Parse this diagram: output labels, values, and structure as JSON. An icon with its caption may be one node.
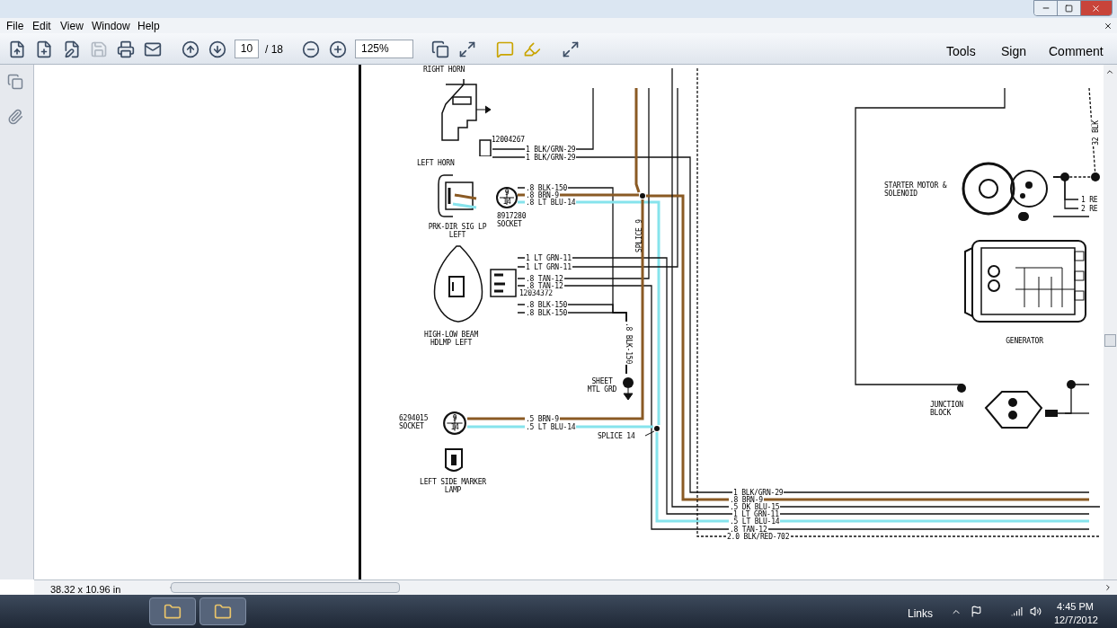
{
  "diagram": {
    "nodes": [
      {
        "text": [
          "LEFT HORN"
        ],
        "beside": [
          "12004267"
        ]
      },
      {
        "text": [
          "PRK-DIR SIG LP LEFT"
        ]
      },
      {
        "text": [
          "9",
          "14"
        ],
        "beside": [
          "8917280 SOCKET"
        ]
      },
      {
        "text": [
          "HIGH-LOW BEAM HDLMP LEFT"
        ],
        "beside": [
          "12034372"
        ]
      },
      {
        "text": [
          "SHEET MTL GRD"
        ]
      },
      {
        "text": [
          "9",
          "14"
        ],
        "beside": [
          "6294015 SOCKET"
        ]
      },
      {
        "text": [
          "LEFT SIDE MARKER LAMP"
        ]
      },
      {
        "text": [],
        "shape": "circle",
        "beside": [
          "SPLICE 9"
        ]
      },
      {
        "text": [],
        "shape": "circle",
        "beside": [
          "SPLICE 14"
        ]
      },
      {
        "text": [
          "STARTER MOTOR & SOLENOID"
        ]
      },
      {
        "text": [
          "GENERATOR"
        ]
      },
      {
        "text": [
          "JUNCTION BLOCK"
        ]
      }
    ],
    "edges": [
      {
        "from": 0,
        "to": null,
        "arrow": "none",
        "label": "1 BLK/GRN-29"
      },
      {
        "from": 0,
        "to": null,
        "arrow": "none",
        "label": "1 BLK/GRN-29"
      },
      {
        "from": 2,
        "to": 4,
        "arrow": "none",
        "label": ".8 BLK-150"
      },
      {
        "from": 2,
        "to": 7,
        "arrow": "none",
        "label": ".8 BRN-9",
        "color": "#8a5a24"
      },
      {
        "from": 2,
        "to": 8,
        "arrow": "none",
        "label": ".8 LT BLU-14",
        "color": "#86e3ec"
      },
      {
        "from": 3,
        "to": null,
        "arrow": "none",
        "label": "1 LT GRN-11"
      },
      {
        "from": 3,
        "to": null,
        "arrow": "none",
        "label": "1 LT GRN-11"
      },
      {
        "from": 3,
        "to": null,
        "arrow": "none",
        "label": ".8 TAN-12"
      },
      {
        "from": 3,
        "to": null,
        "arrow": "none",
        "label": ".8 TAN-12"
      },
      {
        "from": 3,
        "to": 4,
        "arrow": "none",
        "label": ".8 BLK-150"
      },
      {
        "from": 3,
        "to": 4,
        "arrow": "none",
        "label": ".8 BLK-150"
      },
      {
        "from": 5,
        "to": 7,
        "arrow": "none",
        "label": ".5 BRN-9",
        "color": "#8a5a24"
      },
      {
        "from": 5,
        "to": 8,
        "arrow": "none",
        "label": ".5 LT BLU-14",
        "color": "#86e3ec"
      },
      {
        "from": null,
        "to": 7,
        "arrow": "none",
        "color": "#8a5a24"
      },
      {
        "from": 7,
        "to": null,
        "arrow": "none",
        "color": "#8a5a24"
      },
      {
        "from": 8,
        "to": null,
        "arrow": "none",
        "color": "#86e3ec"
      },
      {
        "from": null,
        "to": 9,
        "arrow": "none",
        "label": "32 BLK",
        "style": "dashed"
      },
      {
        "from": 9,
        "to": null,
        "arrow": "none",
        "label": "1 RE"
      },
      {
        "from": 9,
        "to": null,
        "arrow": "none",
        "label": "2 RE"
      },
      {
        "from": 9,
        "to": null,
        "arrow": "none"
      },
      {
        "from": null,
        "to": 11,
        "arrow": "other"
      },
      {
        "from": 11,
        "to": null,
        "arrow": "none"
      },
      {
        "from": 11,
        "to": null,
        "arrow": "none"
      }
    ],
    "labels": [
      "File",
      "Edit",
      "View",
      "Window",
      "Help",
      "10",
      "/ 18",
      "125%",
      "Tools",
      "Sign",
      "Comment",
      "RIGHT HORN",
      ".8 BLK-150",
      "1 BLK/GRN-29",
      ".8 BRN-9",
      ".5 DK BLU-15",
      "1 LT GRN-11",
      ".5 LT BLU-14",
      ".8 TAN-12",
      "2.0 BLK/RED-702",
      "38.32 x 10.96 in",
      "Links",
      "4:45 PM",
      "12/7/2012"
    ]
  }
}
